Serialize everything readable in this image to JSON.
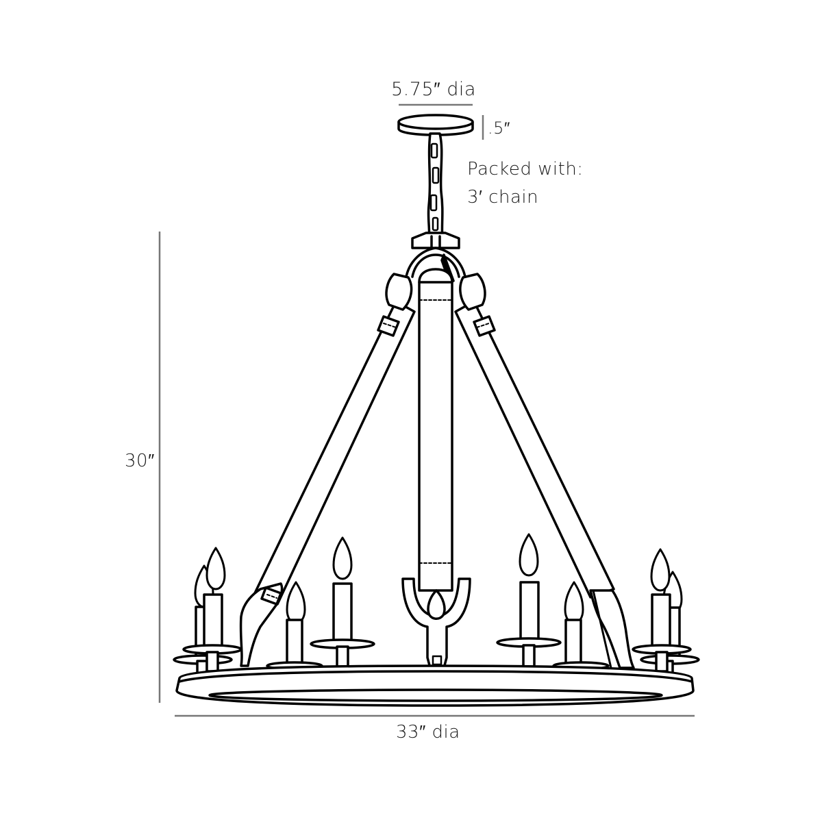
{
  "diagram": {
    "subject": "candle chandelier dimension drawing",
    "colors": {
      "line": "#000000",
      "dimension_line": "#777777",
      "text": "#1a1a1a",
      "background": "#ffffff"
    },
    "dimensions": {
      "canopy_diameter": "5.75″ dia",
      "canopy_height": ".5″",
      "overall_height": "30″",
      "overall_diameter": "33″ dia"
    },
    "note": {
      "line1": "Packed with:",
      "line2": "3′ chain"
    },
    "candle_count": 8
  }
}
